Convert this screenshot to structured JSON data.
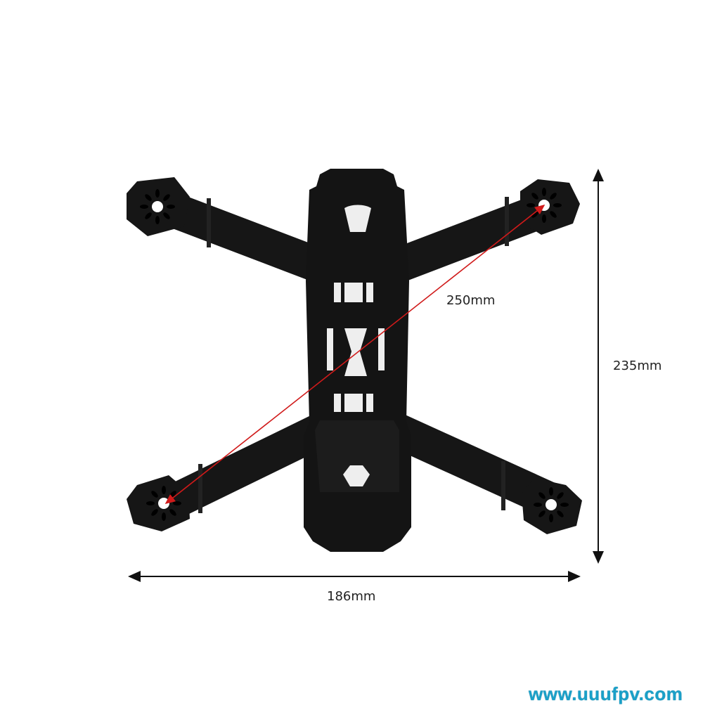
{
  "dimensions": {
    "diagonal": "250mm",
    "height": "235mm",
    "width": "186mm"
  },
  "watermark": "www.uuufpv.com",
  "colors": {
    "frame": "#141414",
    "diagonal_arrow": "#d01a1a",
    "dimension_arrow": "#111111",
    "watermark": "#1aa0c8"
  }
}
